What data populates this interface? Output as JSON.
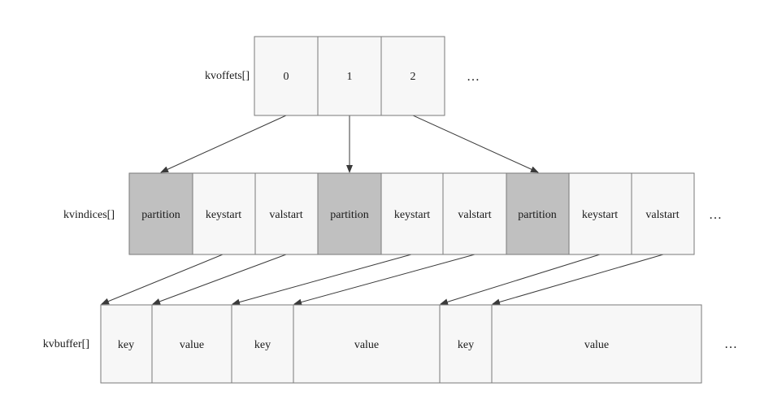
{
  "colors": {
    "shaded_cell": "#c0c0c0",
    "plain_cell": "#f7f7f7",
    "outline": "#7a7a7a",
    "arrow": "#3a3a3a"
  },
  "kvoffsets": {
    "label": "kvoffets[]",
    "cells": [
      "0",
      "1",
      "2"
    ],
    "ellipsis": "…"
  },
  "kvindices": {
    "label": "kvindices[]",
    "cells": [
      {
        "text": "partition",
        "shaded": true
      },
      {
        "text": "keystart",
        "shaded": false
      },
      {
        "text": "valstart",
        "shaded": false
      },
      {
        "text": "partition",
        "shaded": true
      },
      {
        "text": "keystart",
        "shaded": false
      },
      {
        "text": "valstart",
        "shaded": false
      },
      {
        "text": "partition",
        "shaded": true
      },
      {
        "text": "keystart",
        "shaded": false
      },
      {
        "text": "valstart",
        "shaded": false
      }
    ],
    "ellipsis": "…"
  },
  "kvbuffer": {
    "label": "kvbuffer[]",
    "cells": [
      "key",
      "value",
      "key",
      "value",
      "key",
      "value"
    ],
    "ellipsis": "…"
  }
}
